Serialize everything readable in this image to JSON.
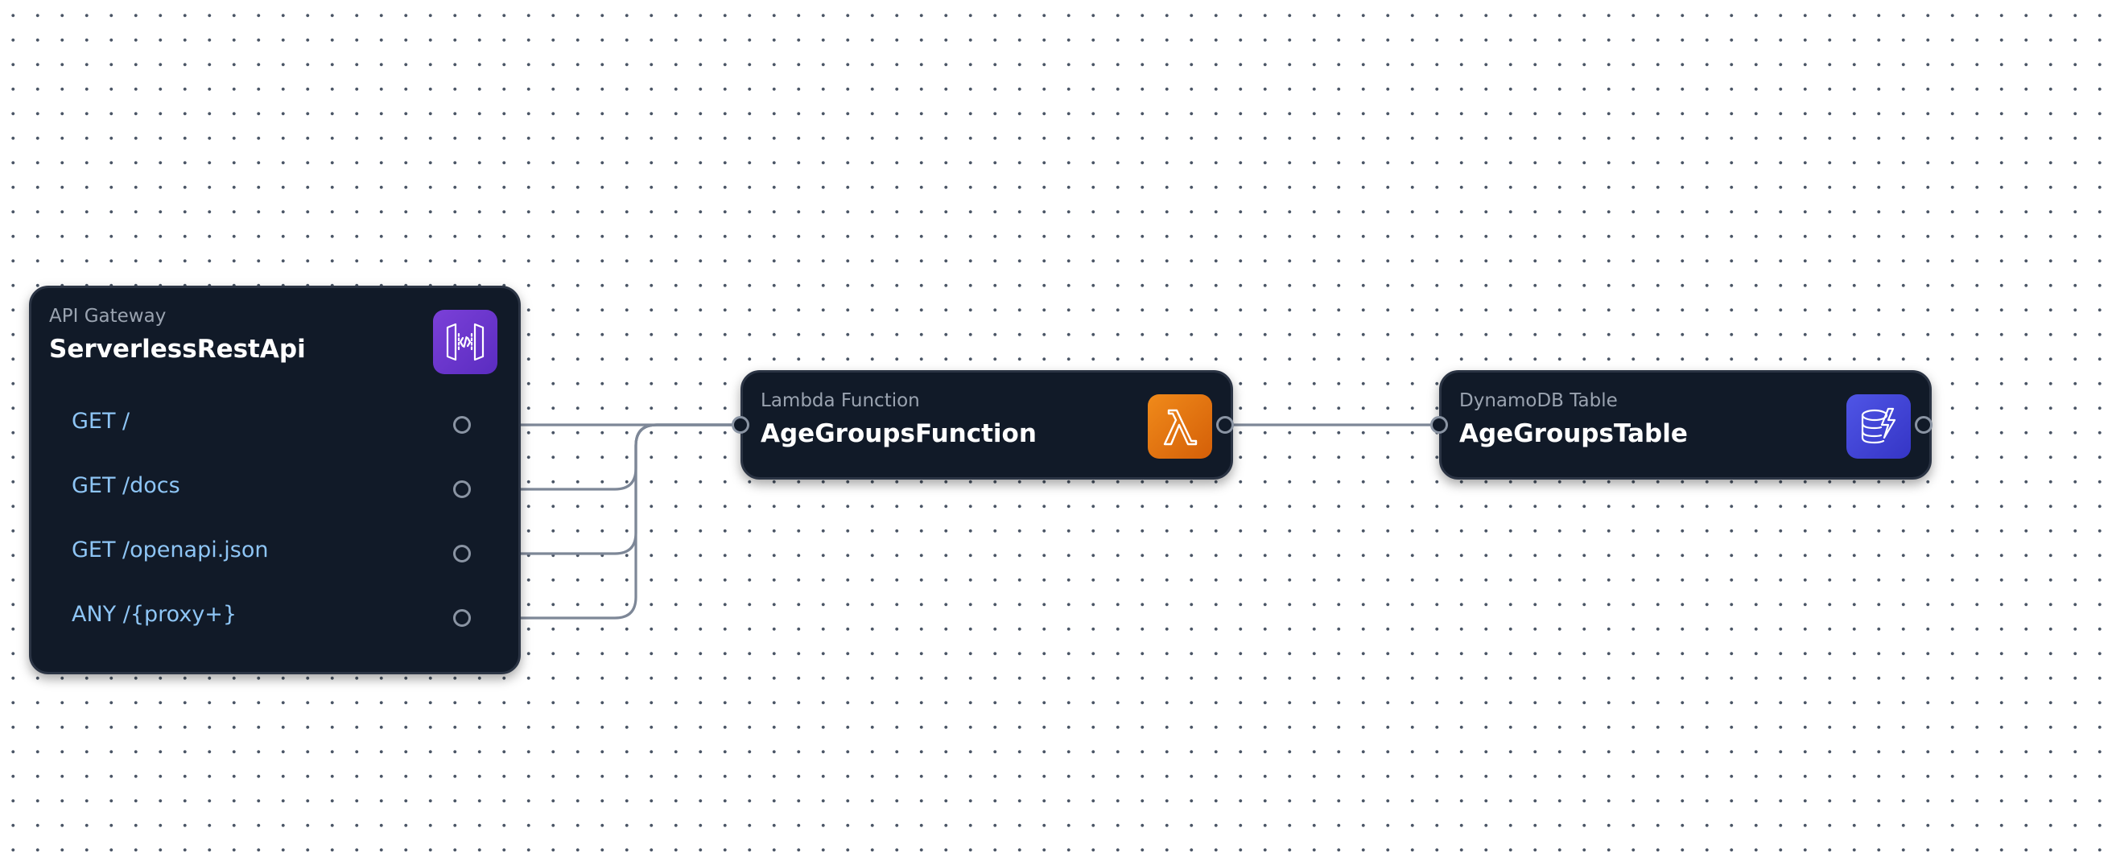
{
  "nodes": {
    "api_gateway": {
      "type_label": "API Gateway",
      "title": "ServerlessRestApi",
      "icon": "api-gateway-icon",
      "icon_color": "#6b35d0",
      "routes": [
        {
          "label": "GET /"
        },
        {
          "label": "GET /docs"
        },
        {
          "label": "GET /openapi.json"
        },
        {
          "label": "ANY /{proxy+}"
        }
      ]
    },
    "lambda": {
      "type_label": "Lambda Function",
      "title": "AgeGroupsFunction",
      "icon": "lambda-icon",
      "icon_color": "#e8760f"
    },
    "dynamodb": {
      "type_label": "DynamoDB Table",
      "title": "AgeGroupsTable",
      "icon": "dynamodb-icon",
      "icon_color": "#4040d8"
    }
  },
  "colors": {
    "node_background": "#111a28",
    "route_text": "#8ec5f5",
    "edge": "#8a94a3",
    "grid_dot": "#4a5565"
  }
}
